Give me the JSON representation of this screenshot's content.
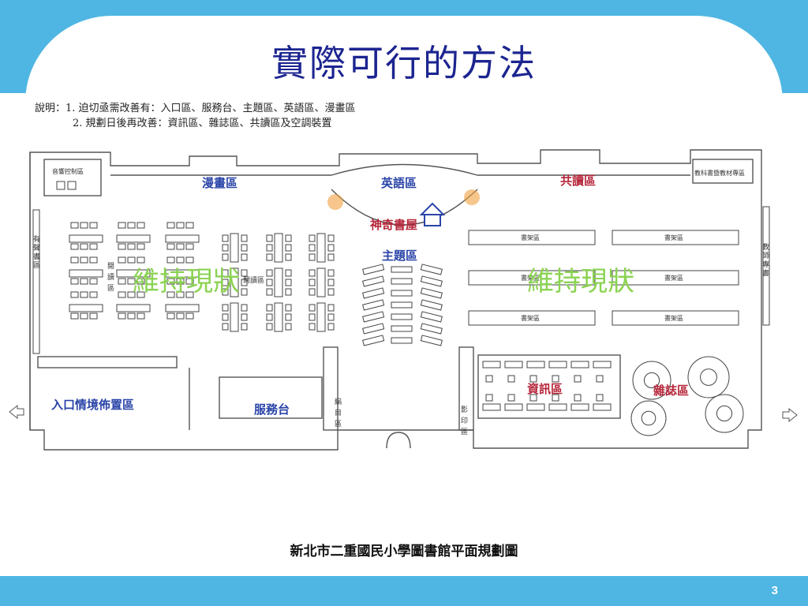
{
  "slide": {
    "title": "實際可行的方法",
    "page_number": "3",
    "caption": "新北市二重國民小學圖書館平面規劃圖"
  },
  "notes": {
    "line1": "說明：1. 迫切亟需改善有：入口區、服務台、主題區、英語區、漫畫區",
    "line2": "2. 規劃日後再改善：資訊區、雜誌區、共讀區及空調裝置"
  },
  "plan": {
    "zones": {
      "audio_control": "音響控制區",
      "comics": "漫畫區",
      "english": "英語區",
      "shared_reading": "共讀區",
      "textbook": "教科書暨教材專區",
      "magic_house": "神奇書屋",
      "theme": "主題區",
      "reading": "閱讀區",
      "reading_b": "閱讀區",
      "braille_books": "有聲書區",
      "teacher_materials": "教師專書",
      "entrance": "入口情境佈置區",
      "service": "服務台",
      "catalog": "編目區",
      "print": "影印區",
      "info": "資訊區",
      "magazine": "雜誌區"
    },
    "maintain_left": "維持現狀",
    "maintain_right": "維持現狀",
    "shelf_label": "書架區"
  },
  "colors": {
    "accent": "#4fb6e3",
    "title": "#1c2590",
    "zone_blue": "#2a44a8",
    "zone_red": "#b5263a",
    "maintain_green": "#8bd352"
  }
}
